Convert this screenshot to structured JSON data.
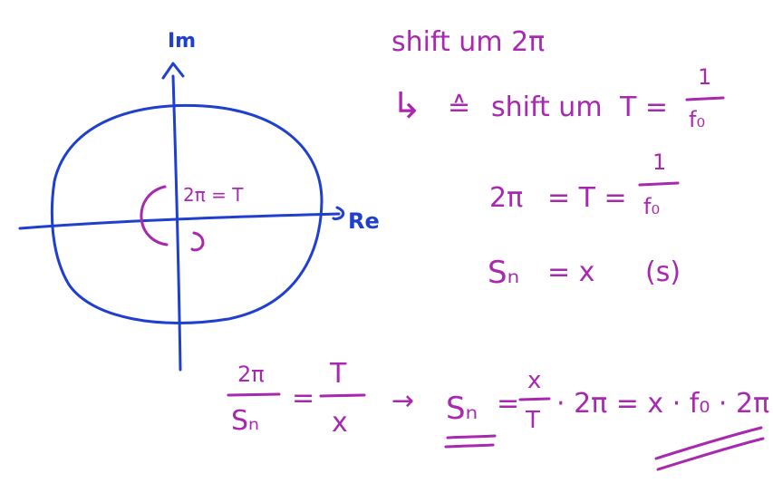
{
  "colors": {
    "background": "#ffffff",
    "axis_ink": "#1f3fcf",
    "note_ink": "#a829b0"
  },
  "plane": {
    "imag_axis_label": "Im",
    "real_axis_label": "Re",
    "rotation_label": "2π = T"
  },
  "notes": {
    "line1": "shift um 2π",
    "line2_arrow": "↳",
    "line2_relation": "≙",
    "line2_text": "shift um",
    "line2_lhs": "T =",
    "line3_lhs": "2π",
    "line3_mid": "= T =",
    "frac_num": "1",
    "frac_den": "f₀",
    "line4_lhs": "Sₙ",
    "line4_rhs": "= x",
    "line4_unit": "(s)"
  },
  "equation": {
    "frac1_num": "2π",
    "frac1_den": "Sₙ",
    "eq_sign": "=",
    "frac2_num": "T",
    "frac2_den": "x",
    "arrow": "→",
    "result_lhs": "Sₙ",
    "result_eq": "=",
    "frac3_num": "x",
    "frac3_den": "T",
    "result_tail": "· 2π = x · f₀ · 2π"
  }
}
